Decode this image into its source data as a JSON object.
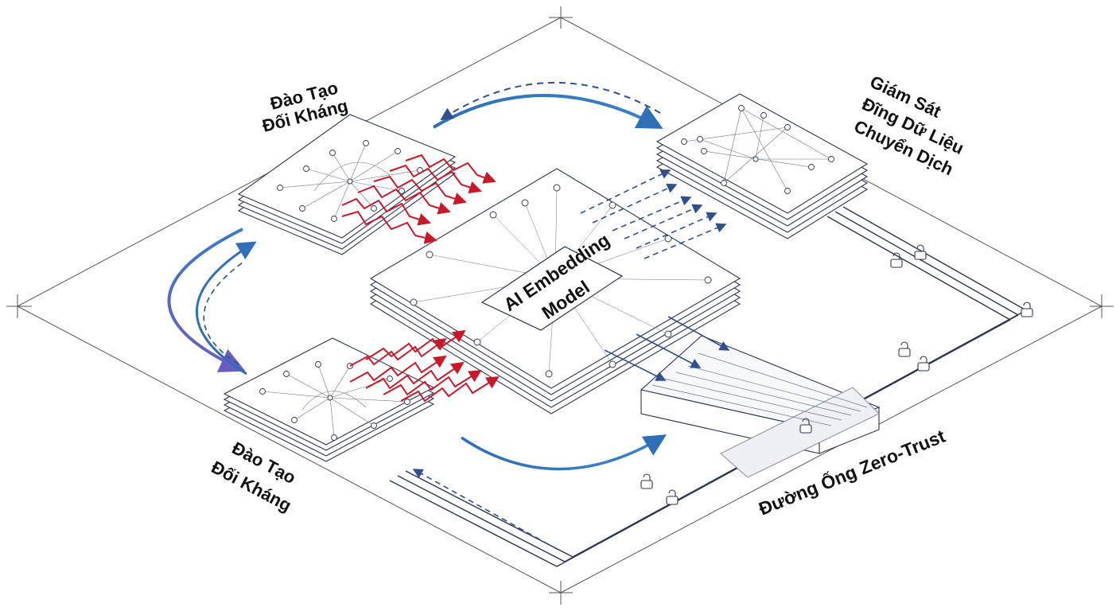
{
  "labels": {
    "adv_top_line1": "Đào Tạo",
    "adv_top_line2": "Đối Kháng",
    "drift_line1": "Giám Sát",
    "drift_line2": "Đĩng Dữ Liệu",
    "drift_line3": "Chuyển Dịch",
    "core_line1": "AI Embedding",
    "core_line2": "Model",
    "adv_bottom_line1": "Đào Tạo",
    "adv_bottom_line2": "Đối Kháng",
    "pipeline": "Đường Ống Zero-Trust"
  },
  "colors": {
    "ink": "#1f2a44",
    "line": "#2c3550",
    "adversarial": "#c8192b",
    "flow_blue": "#2f6fb8",
    "flow_violet": "#6a5cc0",
    "dashed_blue": "#2f4f8f"
  },
  "icons": [
    "padlock-icon",
    "neural-network-icon",
    "arrow-icon"
  ]
}
